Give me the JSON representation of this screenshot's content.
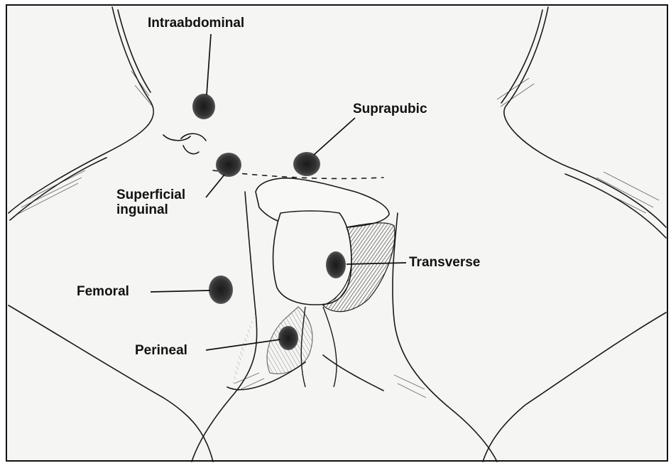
{
  "labels": {
    "intraabdominal": "Intraabdominal",
    "suprapubic": "Suprapubic",
    "superficial_inguinal_line1": "Superficial",
    "superficial_inguinal_line2": "inguinal",
    "transverse": "Transverse",
    "femoral": "Femoral",
    "perineal": "Perineal"
  },
  "colors": {
    "frame": "#111111",
    "paper": "#f6f6f4",
    "ink": "#1a1a1a",
    "spot": "#2a2a2a"
  }
}
